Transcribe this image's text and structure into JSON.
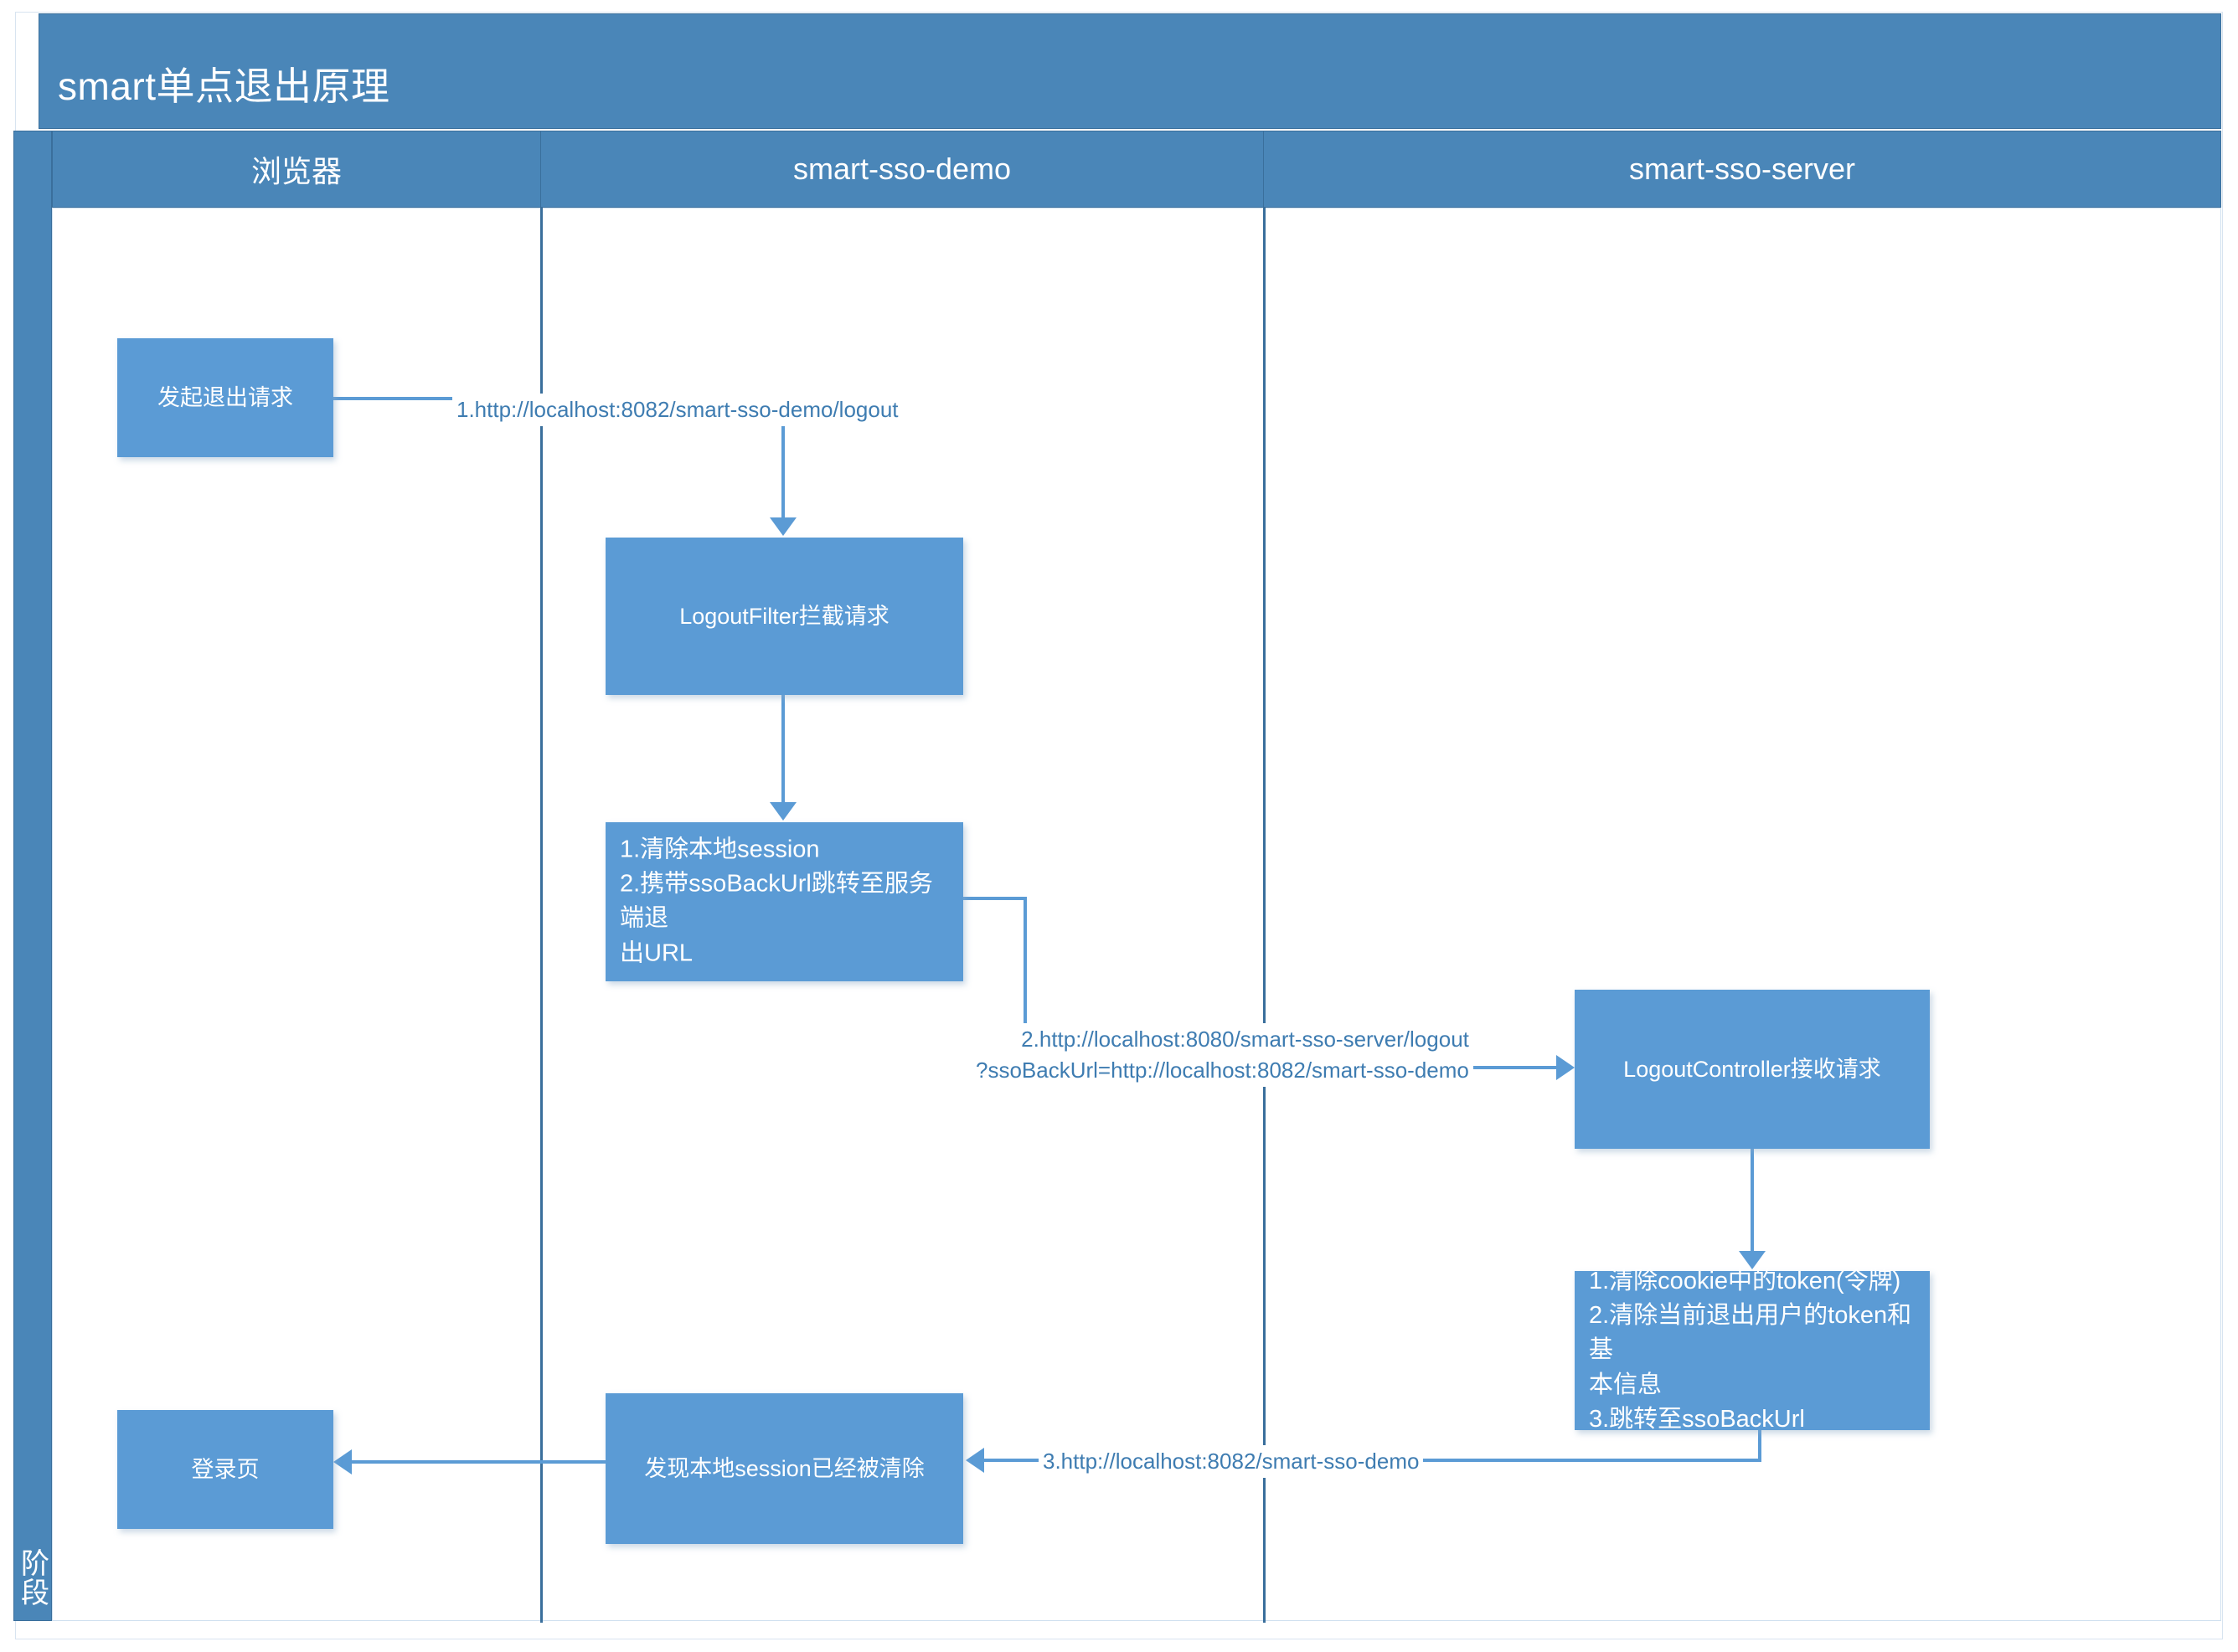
{
  "diagram": {
    "title": "smart单点退出原理",
    "phase_label": "阶段",
    "lanes": [
      {
        "id": "browser",
        "label": "浏览器"
      },
      {
        "id": "demo",
        "label": "smart-sso-demo"
      },
      {
        "id": "server",
        "label": "smart-sso-server"
      }
    ],
    "nodes": [
      {
        "id": "start",
        "lane": "browser",
        "label": "发起退出请求"
      },
      {
        "id": "filter",
        "lane": "demo",
        "label": "LogoutFilter拦截请求"
      },
      {
        "id": "clear-session",
        "lane": "demo",
        "label": "1.清除本地session\n2.携带ssoBackUrl跳转至服务端退\n出URL"
      },
      {
        "id": "controller",
        "lane": "server",
        "label": "LogoutController接收请求"
      },
      {
        "id": "server-clear",
        "lane": "server",
        "label": "1.清除cookie中的token(令牌)\n2.清除当前退出用户的token和基\n本信息\n3.跳转至ssoBackUrl"
      },
      {
        "id": "found",
        "lane": "demo",
        "label": "发现本地session已经被清除"
      },
      {
        "id": "login",
        "lane": "browser",
        "label": "登录页"
      }
    ],
    "connections": [
      {
        "id": "c1",
        "from": "start",
        "to": "filter",
        "label": "1.http://localhost:8082/smart-sso-demo/logout"
      },
      {
        "id": "c2",
        "from": "filter",
        "to": "clear-session",
        "label": ""
      },
      {
        "id": "c3",
        "from": "clear-session",
        "to": "controller",
        "label": "2.http://localhost:8080/smart-sso-server/logout\n?ssoBackUrl=http://localhost:8082/smart-sso-demo"
      },
      {
        "id": "c4",
        "from": "controller",
        "to": "server-clear",
        "label": ""
      },
      {
        "id": "c5",
        "from": "server-clear",
        "to": "found",
        "label": "3.http://localhost:8082/smart-sso-demo"
      },
      {
        "id": "c6",
        "from": "found",
        "to": "login",
        "label": ""
      }
    ],
    "colors": {
      "header_blue": "#4a86b8",
      "node_blue": "#5b9bd5",
      "connector_blue": "#5b9bd5",
      "label_text": "#3e7cb1",
      "border_blue": "#3a6f9c",
      "node_text": "#ffffff",
      "background": "#ffffff"
    }
  }
}
